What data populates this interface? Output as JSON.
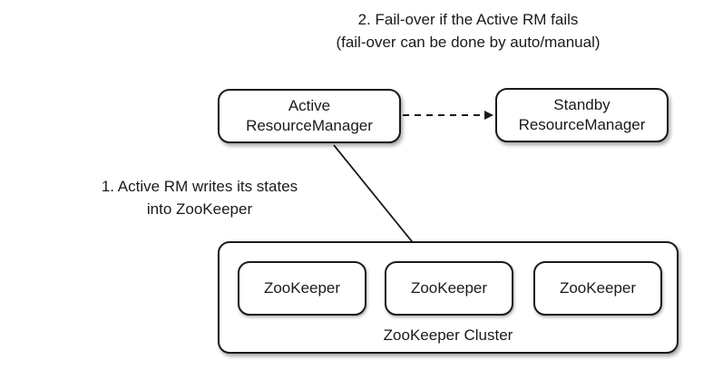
{
  "annotations": {
    "failover": {
      "line1": "2. Fail-over if the Active RM fails",
      "line2": "(fail-over can be done by auto/manual)"
    },
    "write_states": {
      "line1": "1. Active RM writes its states",
      "line2": "into ZooKeeper"
    }
  },
  "nodes": {
    "active_rm": {
      "line1": "Active",
      "line2": "ResourceManager"
    },
    "standby_rm": {
      "line1": "Standby",
      "line2": "ResourceManager"
    }
  },
  "zookeeper_cluster": {
    "label": "ZooKeeper Cluster",
    "members": [
      "ZooKeeper",
      "ZooKeeper",
      "ZooKeeper"
    ]
  },
  "edges": [
    {
      "from": "active_rm",
      "to": "standby_rm",
      "style": "dashed"
    },
    {
      "from": "active_rm",
      "to": "zookeeper_cluster",
      "style": "solid"
    }
  ],
  "colors": {
    "stroke": "#1a1a1a",
    "background": "#ffffff"
  }
}
